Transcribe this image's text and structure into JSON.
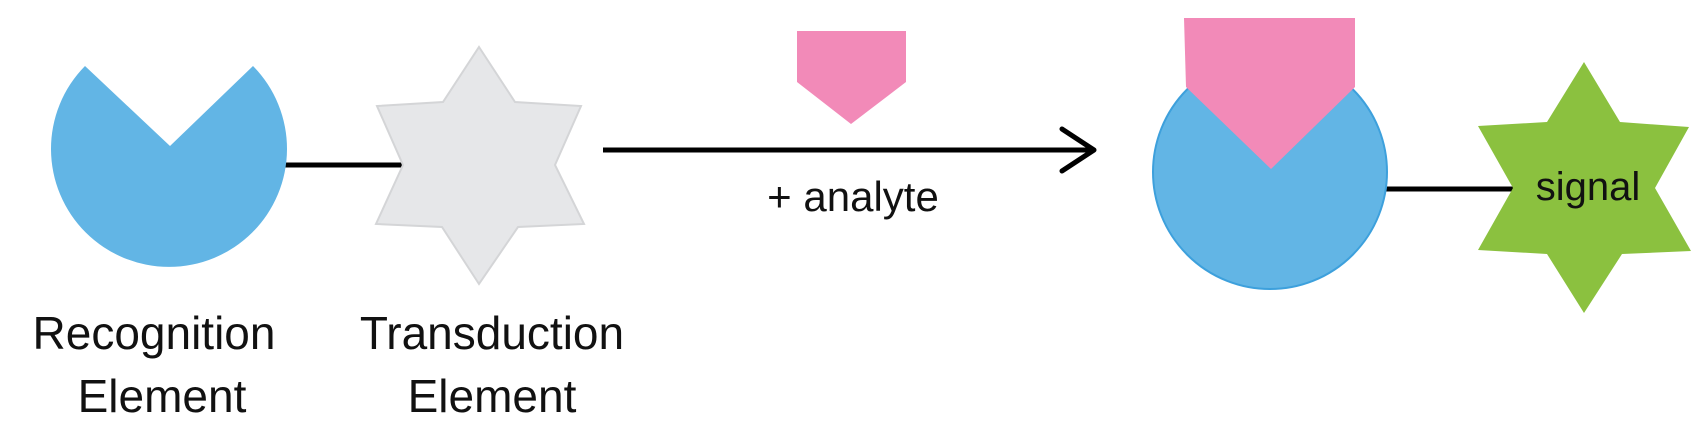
{
  "diagram": {
    "labels": {
      "recognition_line1": "Recognition",
      "recognition_line2": "Element",
      "transduction_line1": "Transduction",
      "transduction_line2": "Element",
      "reaction": "+ analyte",
      "signal": "signal"
    },
    "colors": {
      "recognition": "#62b5e5",
      "recognition_stroke": "#3da0dc",
      "transduction": "#e6e7e9",
      "transduction_stroke": "#d4d5d7",
      "analyte": "#f28ab8",
      "signal": "#8bc13f",
      "line": "#000000",
      "text": "#111111"
    }
  }
}
